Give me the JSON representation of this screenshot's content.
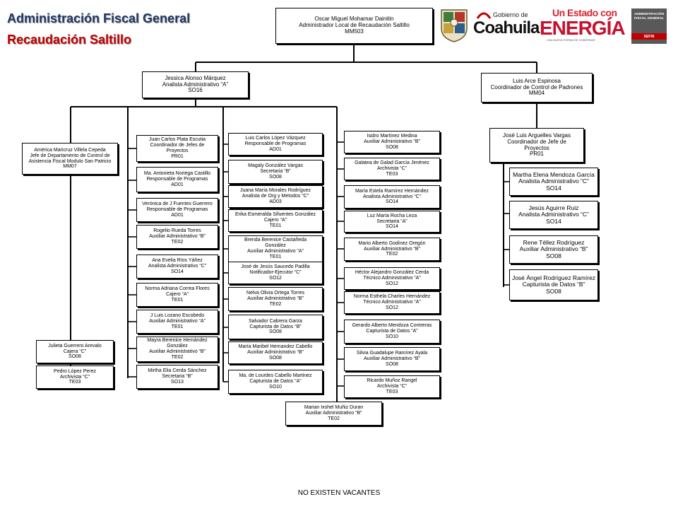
{
  "header": {
    "title": "Administración Fiscal General",
    "subtitle": "Recaudación Saltillo"
  },
  "logos": {
    "coahuila_small": "Gobierno de",
    "coahuila_big": "Coahuila",
    "energia_top": "Un Estado con",
    "energia_big": "ENERGÍA",
    "energia_tag": "UNA NUEVA FORMA DE GOBERNAR",
    "afg_text": "ADMINISTRACIÓN FISCAL GENERAL",
    "afg_band": "SEFIN",
    "colors": {
      "coahuila_red": "#c00000",
      "energia_red": "#c8102e",
      "afg_gray": "#595959"
    }
  },
  "footer": "NO EXISTEN VACANTES",
  "nodes": {
    "n01": [
      "Oscar Miguel Mohamar Dainitin",
      "Administrador Local de Recaudación Saltillo",
      "MM503"
    ],
    "n02": [
      "Jessica Alonso Márquez",
      "Analista Administrativo “A”",
      "SO16"
    ],
    "n03": [
      "Luis Arce Espinosa",
      "Coordinador de Control de Padrones",
      "MM04"
    ],
    "n04": [
      "América Maricruz Villela Cepeda",
      "Jefe de Departamento de Control de",
      "Asistencia Fiscal Modulo San Patricio",
      "MM07"
    ],
    "n05": [
      "Julieta Guerrero Arevalo",
      "Cajera “C”",
      "SO08"
    ],
    "n06": [
      "Pedro López Perez",
      "Archivista “C”",
      "TE03"
    ],
    "n07": [
      "Juan Carlos Plata Escutia",
      "Coordinador de Jefes de",
      "Proyectos",
      "PR01"
    ],
    "n08": [
      "Ma. Antonieta Noriega Castillo",
      "Responsable de Programas",
      "AD01"
    ],
    "n09": [
      "Verónica de J Fuentes Guerrero",
      "Responsable de Programas",
      "AD01"
    ],
    "n10": [
      "Rogelio Rueda Torres",
      "Auxiliar Administrativo “B”",
      "TE02"
    ],
    "n11": [
      "Ana Evelia Ríos Yáñez",
      "Analista Administrativo “C”",
      "SO14"
    ],
    "n12": [
      "Norma Adriana Correa Flores",
      "Cajero “A”",
      "TE01"
    ],
    "n13": [
      "J Luis Lozano Escobedo",
      "Auxiliar Administrativo “A”",
      "TE01"
    ],
    "n14": [
      "Mayra Berenice Hernández",
      "González",
      "Auxiliar Administrativo “B”",
      "TE02"
    ],
    "n15": [
      "Mirtha Elia Cerda Sánchez",
      "Secretaria “B”",
      "SO13"
    ],
    "n16": [
      "Luis Carlos López Vázquez",
      "Responsable de Programas",
      "AD01"
    ],
    "n17": [
      "Magaly González Vargas",
      "Secretaria “B”",
      "SO08"
    ],
    "n18": [
      "Juana María Morales Rodríguez",
      "Analista de Org y Metodos “C”",
      "AD03"
    ],
    "n19": [
      "Erika Esmeralda Sifuentes González",
      "Cajero “A”",
      "TE01"
    ],
    "n20": [
      "Brenda Berenice Castañeda",
      "González",
      "Auxiliar Administrativo “A”",
      "TE01"
    ],
    "n21": [
      "José de Jesús Saucedo Padilla",
      "Notificador-Ejecutor “C”",
      "SO12"
    ],
    "n22": [
      "Nelva Olivia Ortega Torres",
      "Auxiliar Administrativo “B”",
      "TE02"
    ],
    "n23": [
      "Salvador Cabrera Garza",
      "Capturista de Datos “B”",
      "SO08"
    ],
    "n24": [
      "María Maribel Hernandez Cabello",
      "Auxiliar Administrativo “B”",
      "SO08"
    ],
    "n25": [
      "Ma. de Lourdes Cabello Martinez",
      "Capturista de Datos “A”",
      "SO10"
    ],
    "n26": [
      "Isidro Martínez Medina",
      "Auxiliar Administrativo “B”",
      "SO08"
    ],
    "n27": [
      "Galatea de Galad García Jiménez",
      "Archivista “C”",
      "TE03"
    ],
    "n28": [
      "María Estela Ramírez Hernández",
      "Analista Administrativo “C”",
      "SO14"
    ],
    "n29": [
      "Luz María Rocha Leza",
      "Secretaria “A”",
      "SO14"
    ],
    "n30": [
      "Mario Alberto Godínez Oregón",
      "Auxiliar Administrativo “B”",
      "TE02"
    ],
    "n31": [
      "Héctor Alejandro González Cerda",
      "Técnico Administrativo “A”",
      "SO12"
    ],
    "n32": [
      "Norma Esthela Charles Hernández",
      "Técnico Administrativo “A”",
      "SO12"
    ],
    "n33": [
      "Gerardo Alberto Mendoza Contreras",
      "Capturista de Datos “A”",
      "SO10"
    ],
    "n34": [
      "Silvia Guadalupe Ramírez Ayala",
      "Auxiliar Administrativo “B”",
      "SO08"
    ],
    "n35": [
      "Ricardo Muñoz Rangel",
      "Archivista “C”",
      "TE03"
    ],
    "n36": [
      "Marian Ixshel Muñiz Duran",
      "Auxiliar Administrativo “B”",
      "TE02"
    ],
    "n37": [
      "José Luis Arguelles Vargas",
      "Coordinador de Jefe de",
      "Proyectos",
      "PR01"
    ],
    "n38": [
      "Martha Elena Mendoza García",
      "Analista Administrativo “C”",
      "SO14"
    ],
    "n39": [
      "Jesús Aguirre Ruiz",
      "Analista Administrativo “C”",
      "SO14"
    ],
    "n40": [
      "Rene Téllez Rodríguez",
      "Auxiliar Administrativo “B”",
      "SO08"
    ],
    "n41": [
      "José Ángel Rodríguez Ramírez",
      "Capturista de Datos “B”",
      "SO08"
    ]
  }
}
